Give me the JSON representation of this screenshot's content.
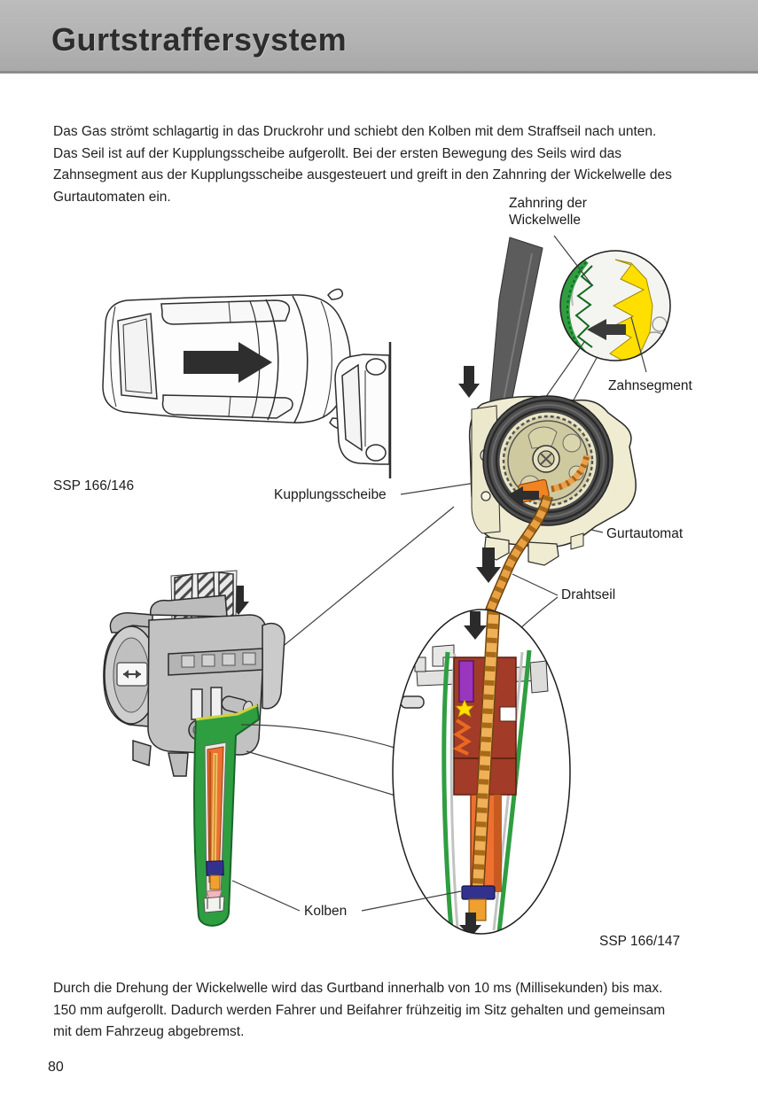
{
  "header": {
    "title": "Gurtstraffersystem"
  },
  "intro": {
    "lines": [
      "Das Gas strömt schlagartig in das Druckrohr und schiebt den Kolben mit dem Straffseil nach unten.",
      "Das Seil ist auf der Kupplungsscheibe aufgerollt. Bei der ersten Bewegung des Seils wird das",
      "Zahnsegment aus der Kupplungsscheibe ausgesteuert und greift in den Zahnring der Wickelwelle des",
      "Gurtautomaten ein."
    ]
  },
  "diagram": {
    "labels": {
      "zahnring": "Zahnring der Wickelwelle",
      "zahnsegment": "Zahnsegment",
      "kupplungsscheibe": "Kupplungsscheibe",
      "gurtautomat": "Gurtautomat",
      "drahtseil": "Drahtseil",
      "kolben": "Kolben"
    },
    "captions": {
      "fig1": "SSP 166/146",
      "fig2": "SSP 166/147"
    },
    "colors": {
      "header_gray": "#b3b3b3",
      "tube_green": "#2f9e41",
      "segment_yellow": "#ffdf00",
      "piston_orange": "#ed7030",
      "cable_tan": "#e8a143",
      "generator_red": "#a23b28",
      "igniter_purple": "#9a35bd",
      "seal_blue": "#32328e",
      "housing_beige": "#efecd2",
      "belt_gray": "#5c5c5c"
    }
  },
  "outro": {
    "lines": [
      "Durch die Drehung der Wickelwelle wird das Gurtband innerhalb von 10 ms (Millisekunden) bis max.",
      "150 mm aufgerollt. Dadurch werden Fahrer und Beifahrer frühzeitig im Sitz gehalten und gemeinsam",
      "mit dem Fahrzeug abgebremst."
    ]
  },
  "footer": {
    "page_number": "80"
  }
}
